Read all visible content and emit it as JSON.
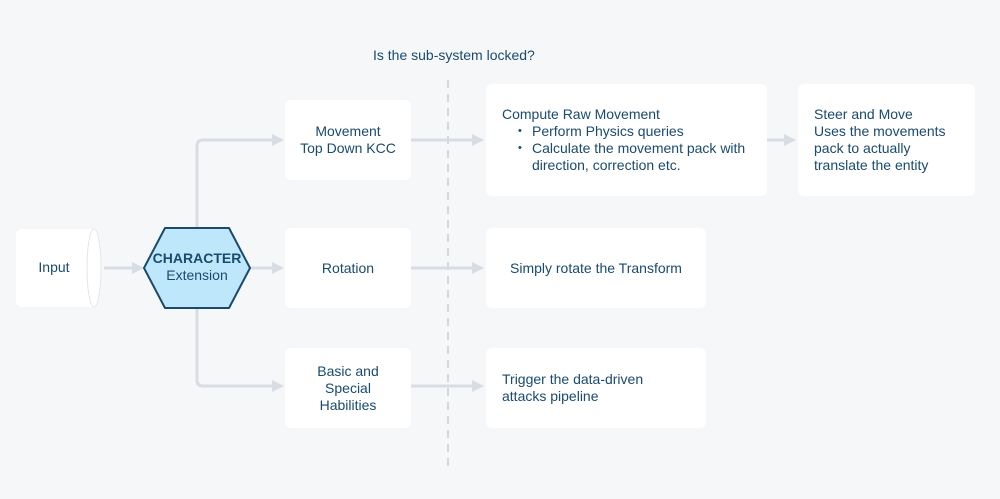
{
  "question": "Is the sub-system locked?",
  "input": {
    "label": "Input"
  },
  "character": {
    "title": "CHARACTER",
    "subtitle": "Extension"
  },
  "branches": {
    "movement": {
      "line1": "Movement",
      "line2": "Top Down KCC"
    },
    "rotation": {
      "label": "Rotation"
    },
    "abilities": {
      "line1": "Basic and",
      "line2": "Special",
      "line3": "Habilities"
    }
  },
  "details": {
    "compute": {
      "title": "Compute Raw Movement",
      "bullets": [
        {
          "line1": "Perform Physics queries"
        },
        {
          "line1": "Calculate the movement pack with",
          "line2": "direction, correction etc."
        }
      ]
    },
    "steer": {
      "title": "Steer and Move",
      "line1": "Uses the movements",
      "line2": "pack to actually",
      "line3": "translate the entity"
    },
    "rotate": {
      "label": "Simply rotate the Transform"
    },
    "trigger": {
      "line1": "Trigger the data-driven",
      "line2": "attacks pipeline"
    }
  },
  "colors": {
    "text": "#1a4a6e",
    "hex_fill": "#bfe7fb",
    "hex_stroke": "#1a4a6e",
    "connector": "#d8dde3",
    "divider": "#c9cdd2",
    "background": "#f6f7f9",
    "box": "#ffffff"
  }
}
